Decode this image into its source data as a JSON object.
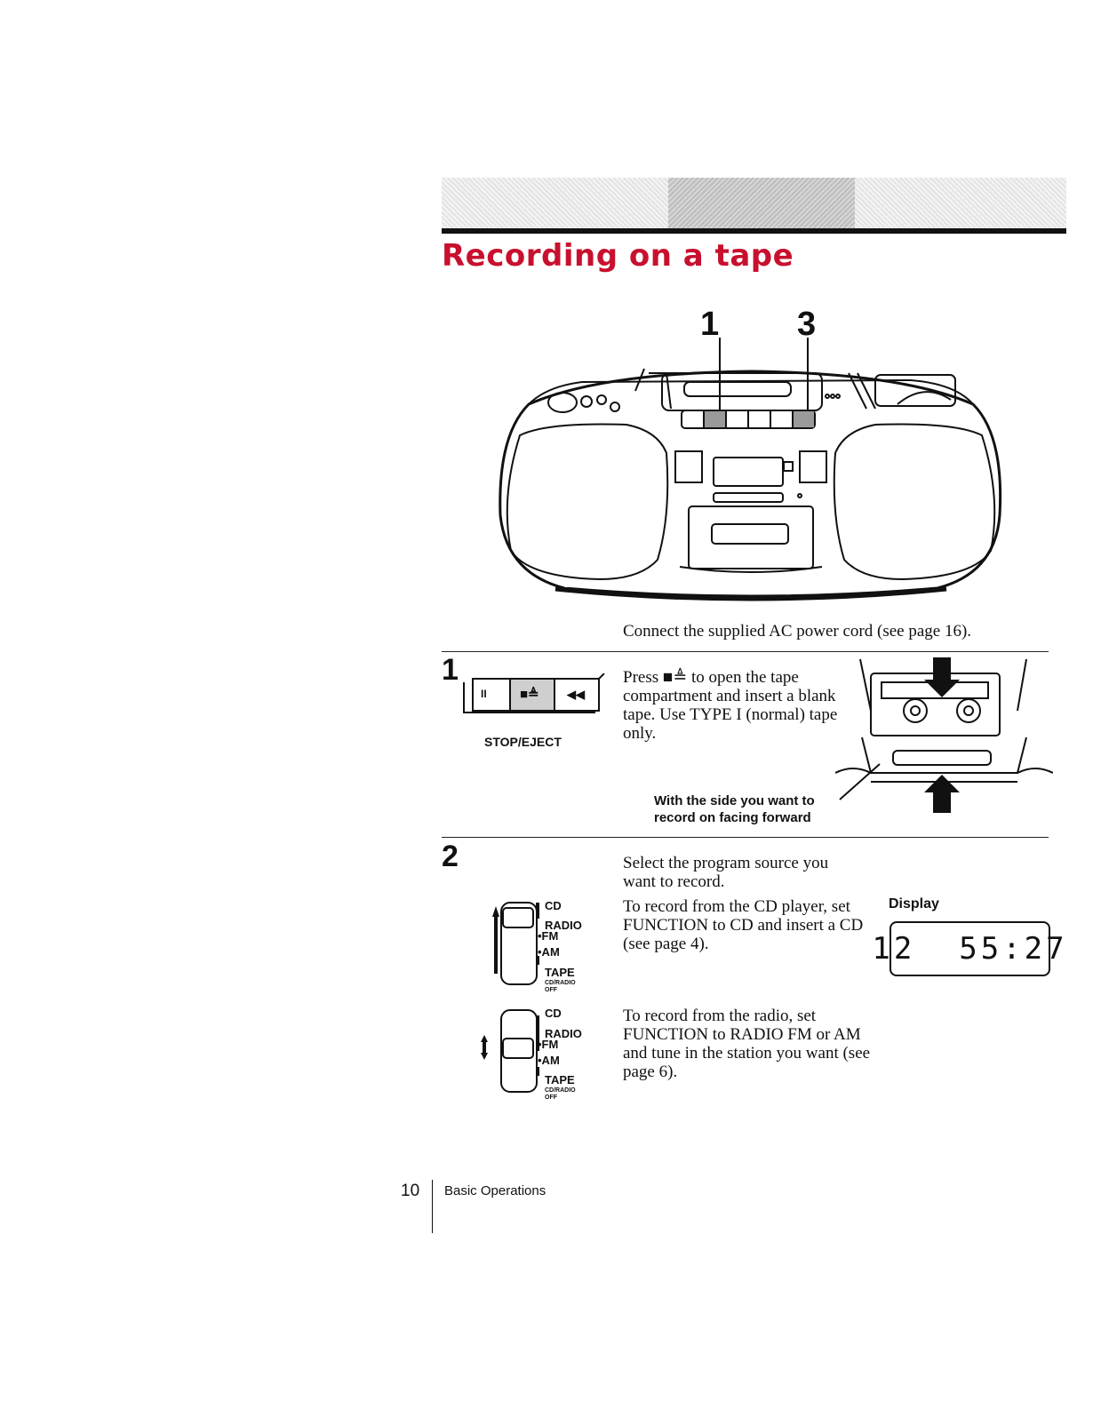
{
  "page": {
    "title": "Recording on a tape"
  },
  "figure": {
    "callouts": [
      "1",
      "3"
    ]
  },
  "intro": "Connect the supplied AC power cord (see page 16).",
  "step1": {
    "number": "1",
    "pause_symbol": "II",
    "stop_eject_symbol": "■≜",
    "rewind_symbol": "◀◀",
    "button_label": "STOP/EJECT",
    "text": "Press ■≜ to open the tape compartment and insert a blank tape. Use TYPE I (normal) tape only.",
    "caption_line1": "With the side you want to",
    "caption_line2": "record on facing forward"
  },
  "step2": {
    "number": "2",
    "text_intro": "Select the program source you want to record.",
    "text_cd": "To record from the CD player, set FUNCTION to CD and insert a CD (see page 4).",
    "text_radio": "To record from the radio, set FUNCTION to RADIO FM or AM and tune in the station you want (see page 6).",
    "switch_labels": {
      "cd": "CD",
      "radio": "RADIO",
      "fm": "•FM",
      "am": "•AM",
      "tape": "TAPE",
      "off_line1": "CD/RADIO",
      "off_line2": "OFF"
    },
    "display_label": "Display",
    "display_value": "12  55:27"
  },
  "footer": {
    "page_number": "10",
    "section": "Basic Operations"
  }
}
